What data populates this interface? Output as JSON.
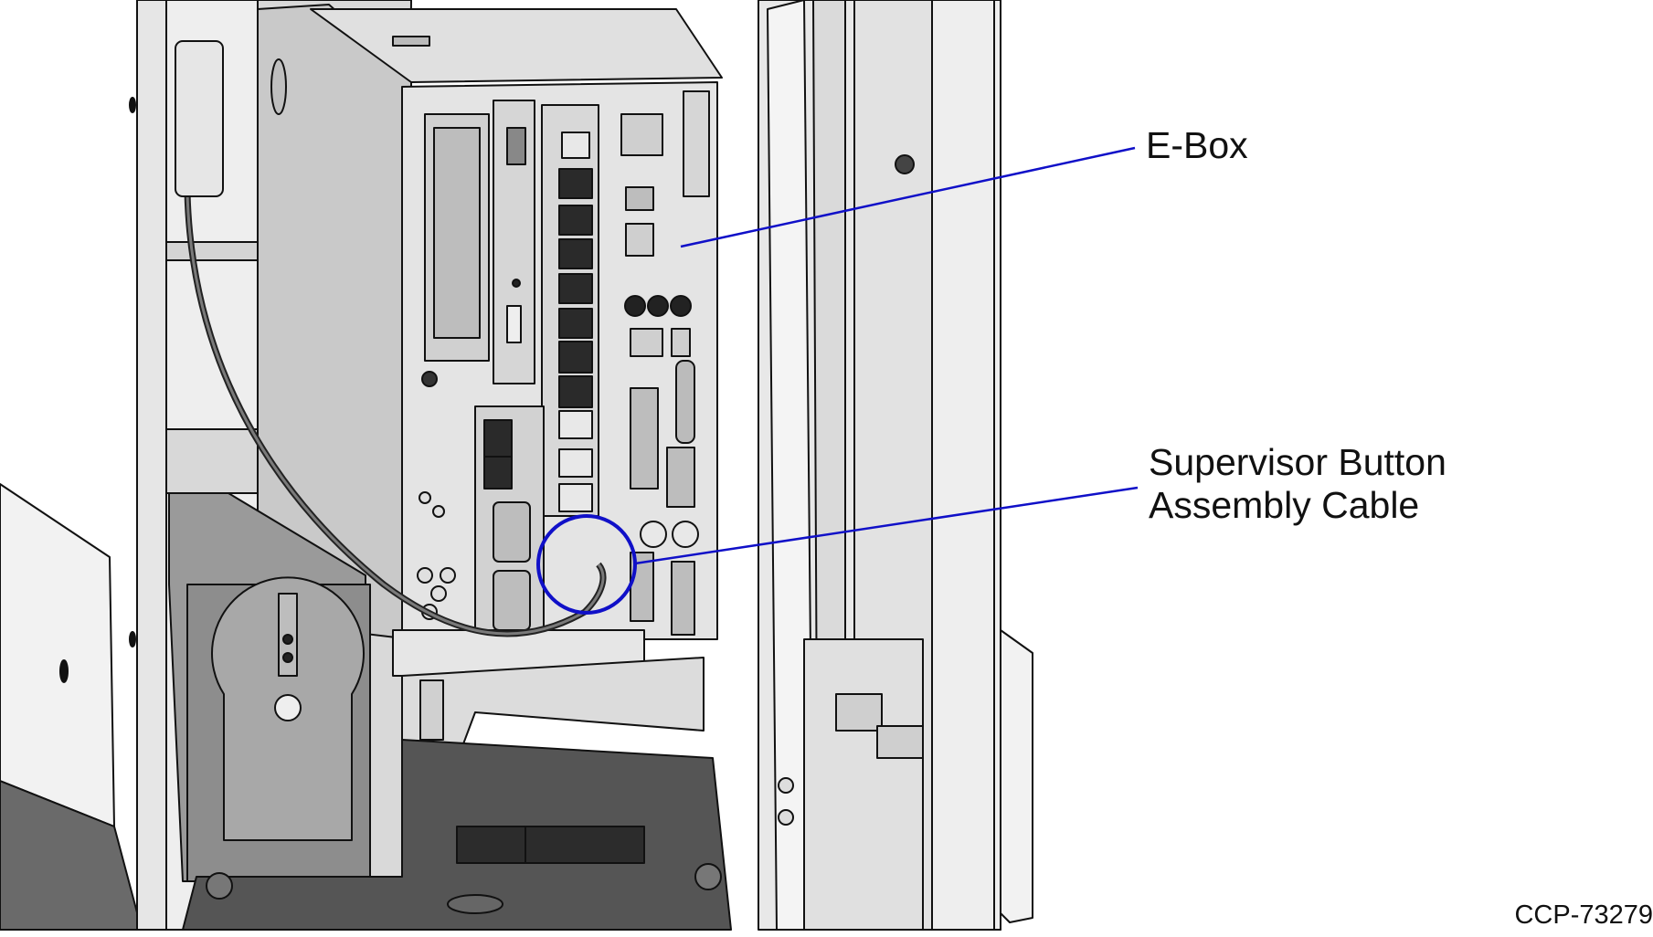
{
  "figure": {
    "callouts": {
      "ebox": "E-Box",
      "supervisor_line1": "Supervisor Button",
      "supervisor_line2": "Assembly Cable"
    },
    "figure_id": "CCP-73279",
    "colors": {
      "leader_line": "#1010c8",
      "cabinet_light": "#f2f2f2",
      "cabinet_mid": "#d8d8d8",
      "ebox_body": "#cfcfcf",
      "ebox_panel": "#e4e4e4",
      "ports_dark": "#2a2a2a",
      "ups_body": "#9a9a9a",
      "floor": "#555555",
      "outline": "#111111"
    },
    "icons": [
      "circle-highlight",
      "cable"
    ]
  }
}
